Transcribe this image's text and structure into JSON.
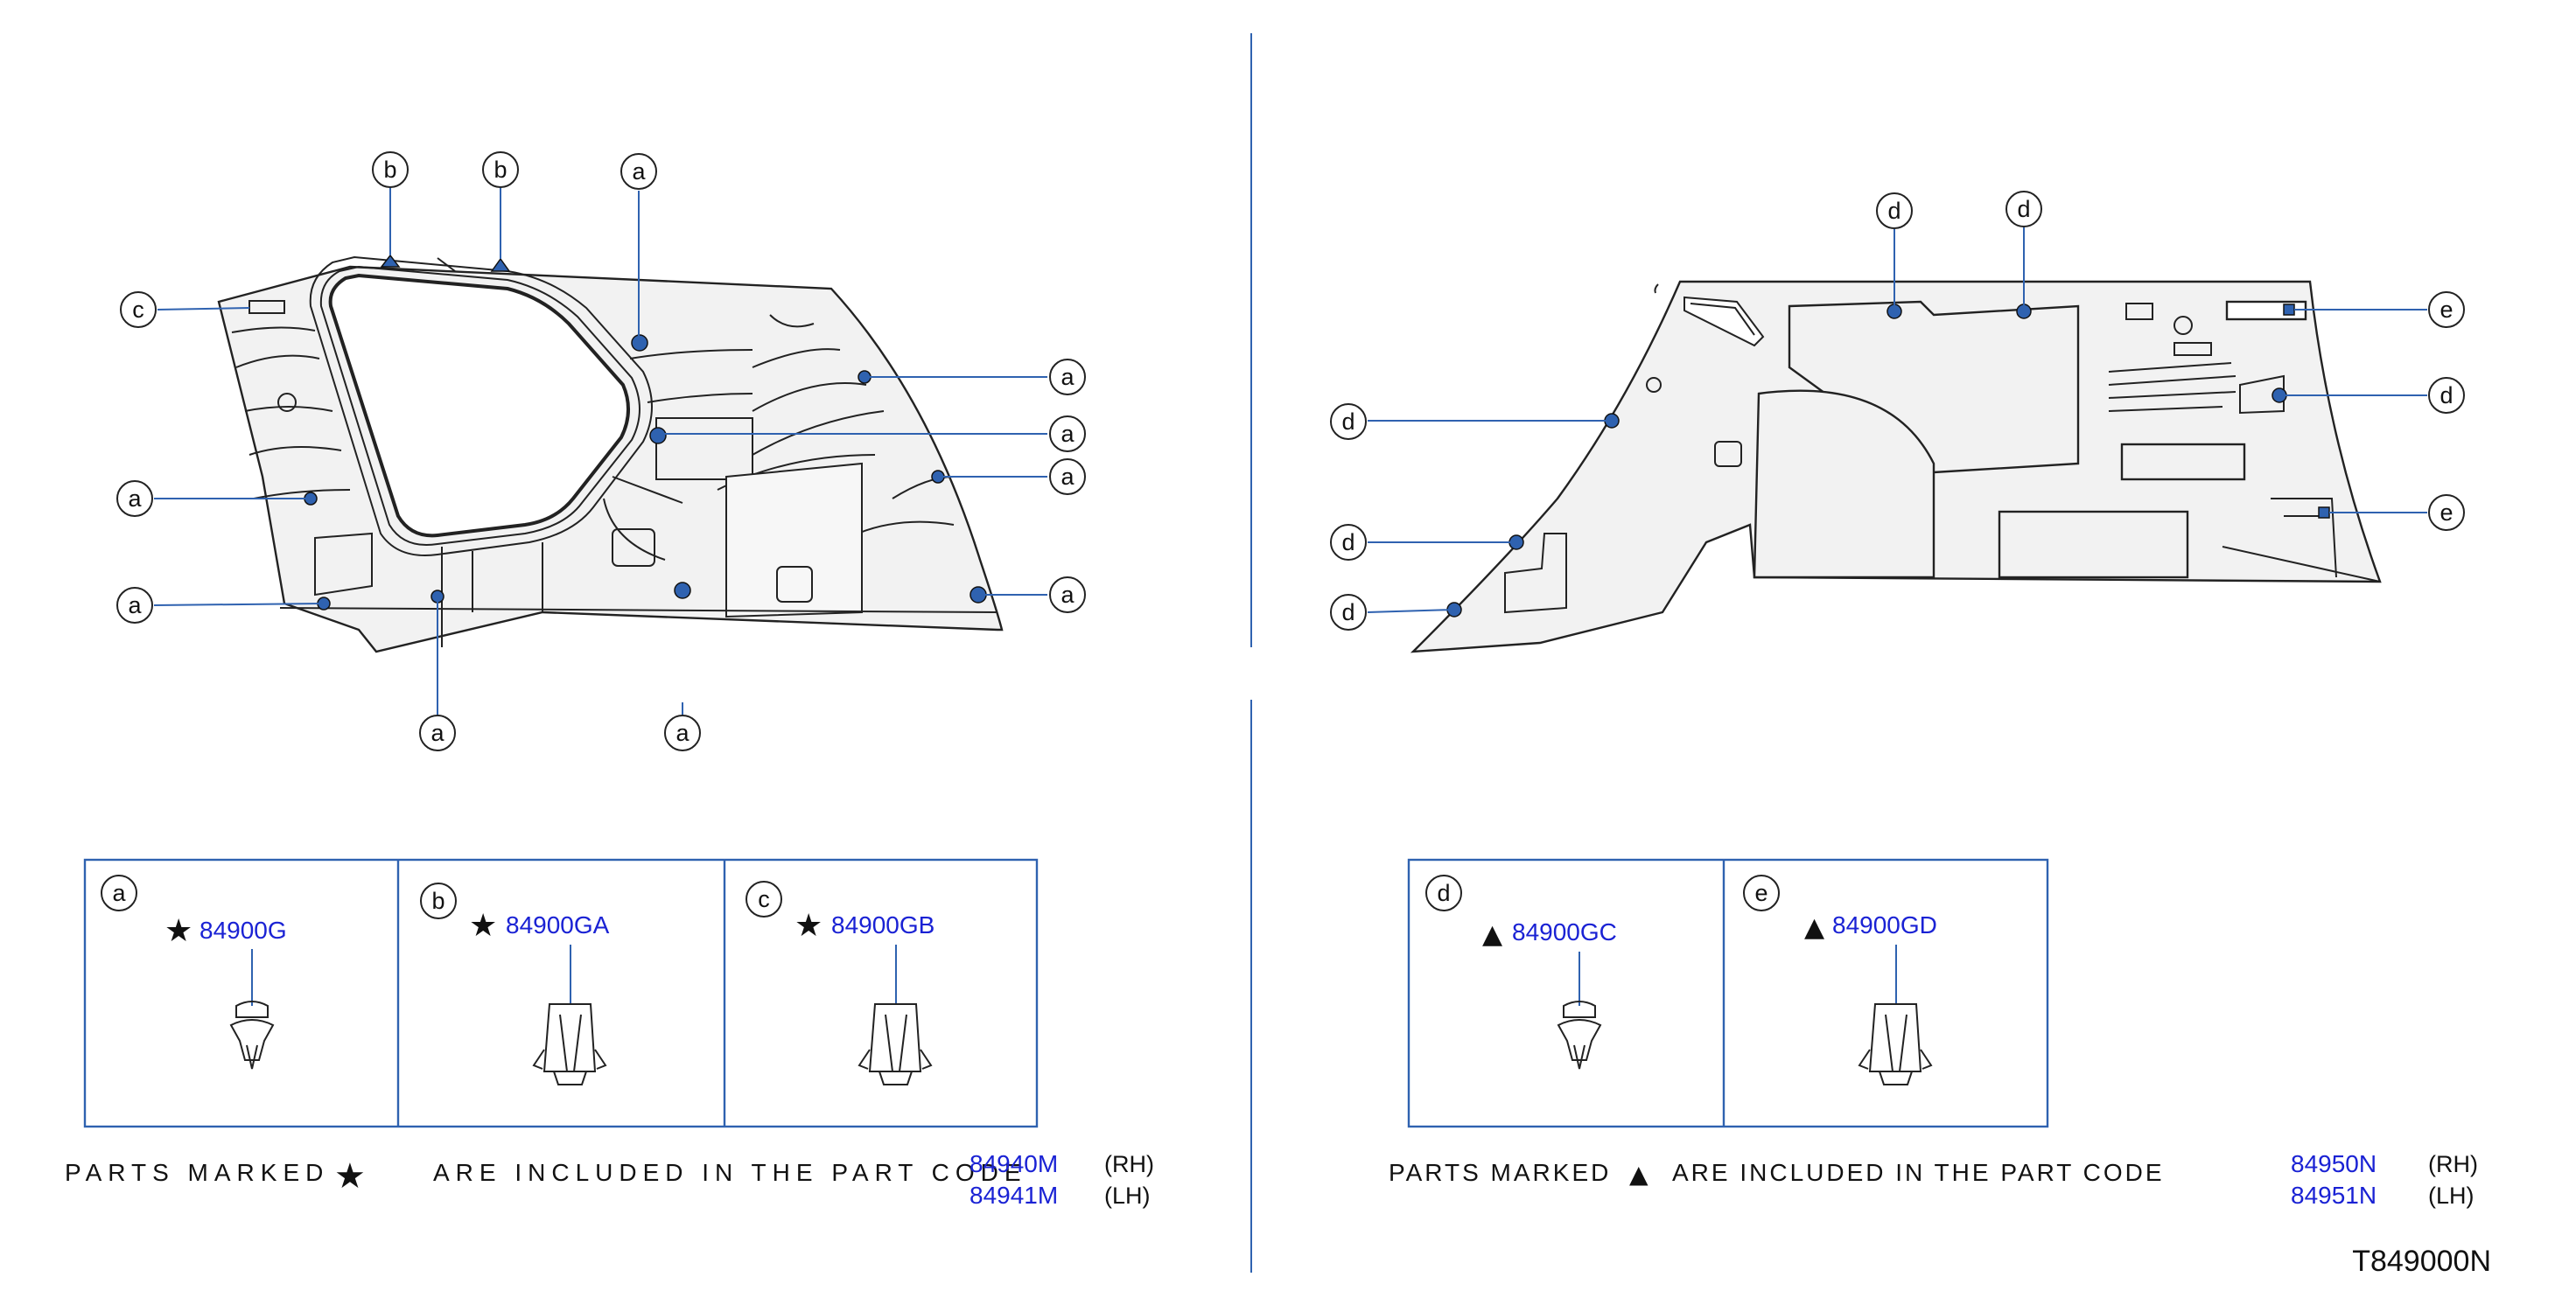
{
  "callouts": {
    "a": "a",
    "b": "b",
    "c": "c",
    "d": "d",
    "e": "e"
  },
  "legend_left": {
    "a": {
      "letter": "a",
      "symbol": "★",
      "code": "84900G"
    },
    "b": {
      "letter": "b",
      "symbol": "★",
      "code": "84900GA"
    },
    "c": {
      "letter": "c",
      "symbol": "★",
      "code": "84900GB"
    }
  },
  "legend_right": {
    "d": {
      "letter": "d",
      "symbol": "▲",
      "code": "84900GC"
    },
    "e": {
      "letter": "e",
      "symbol": "▲",
      "code": "84900GD"
    }
  },
  "notes": {
    "left": {
      "prefix": "PARTS  MARKED",
      "symbol": "★",
      "suffix": "ARE  INCLUDED  IN  THE  PART  CODE",
      "codes": [
        {
          "code": "84940M",
          "side": "(RH)"
        },
        {
          "code": "84941M",
          "side": "(LH)"
        }
      ]
    },
    "right": {
      "prefix": "PARTS  MARKED",
      "symbol": "▲",
      "suffix": "ARE  INCLUDED  IN  THE  PART  CODE",
      "codes": [
        {
          "code": "84950N",
          "side": "(RH)"
        },
        {
          "code": "84951N",
          "side": "(LH)"
        }
      ]
    }
  },
  "reference": "T849000N",
  "colors": {
    "accent": "#2f62b0",
    "code_text": "#1a22d4",
    "line": "#222222"
  }
}
